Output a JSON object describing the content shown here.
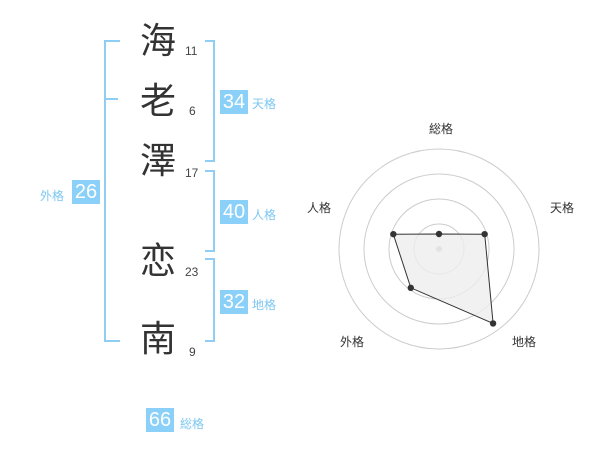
{
  "name": {
    "chars": [
      {
        "char": "海",
        "strokes": "11"
      },
      {
        "char": "老",
        "strokes": "6"
      },
      {
        "char": "澤",
        "strokes": "17"
      },
      {
        "char": "恋",
        "strokes": "23"
      },
      {
        "char": "南",
        "strokes": "9"
      }
    ]
  },
  "fortune": {
    "tenkaku": {
      "value": "34",
      "label": "天格"
    },
    "jinkaku": {
      "value": "40",
      "label": "人格"
    },
    "chikaku": {
      "value": "32",
      "label": "地格"
    },
    "gaikaku": {
      "value": "26",
      "label": "外格"
    },
    "soukaku": {
      "value": "66",
      "label": "総格"
    }
  },
  "radar": {
    "axes": [
      "総格",
      "天格",
      "地格",
      "外格",
      "人格"
    ],
    "values": [
      0.15,
      0.48,
      0.92,
      0.48,
      0.48
    ],
    "fill_color": "#eeeeee",
    "line_color": "#333333",
    "grid_color": "#cccccc"
  }
}
